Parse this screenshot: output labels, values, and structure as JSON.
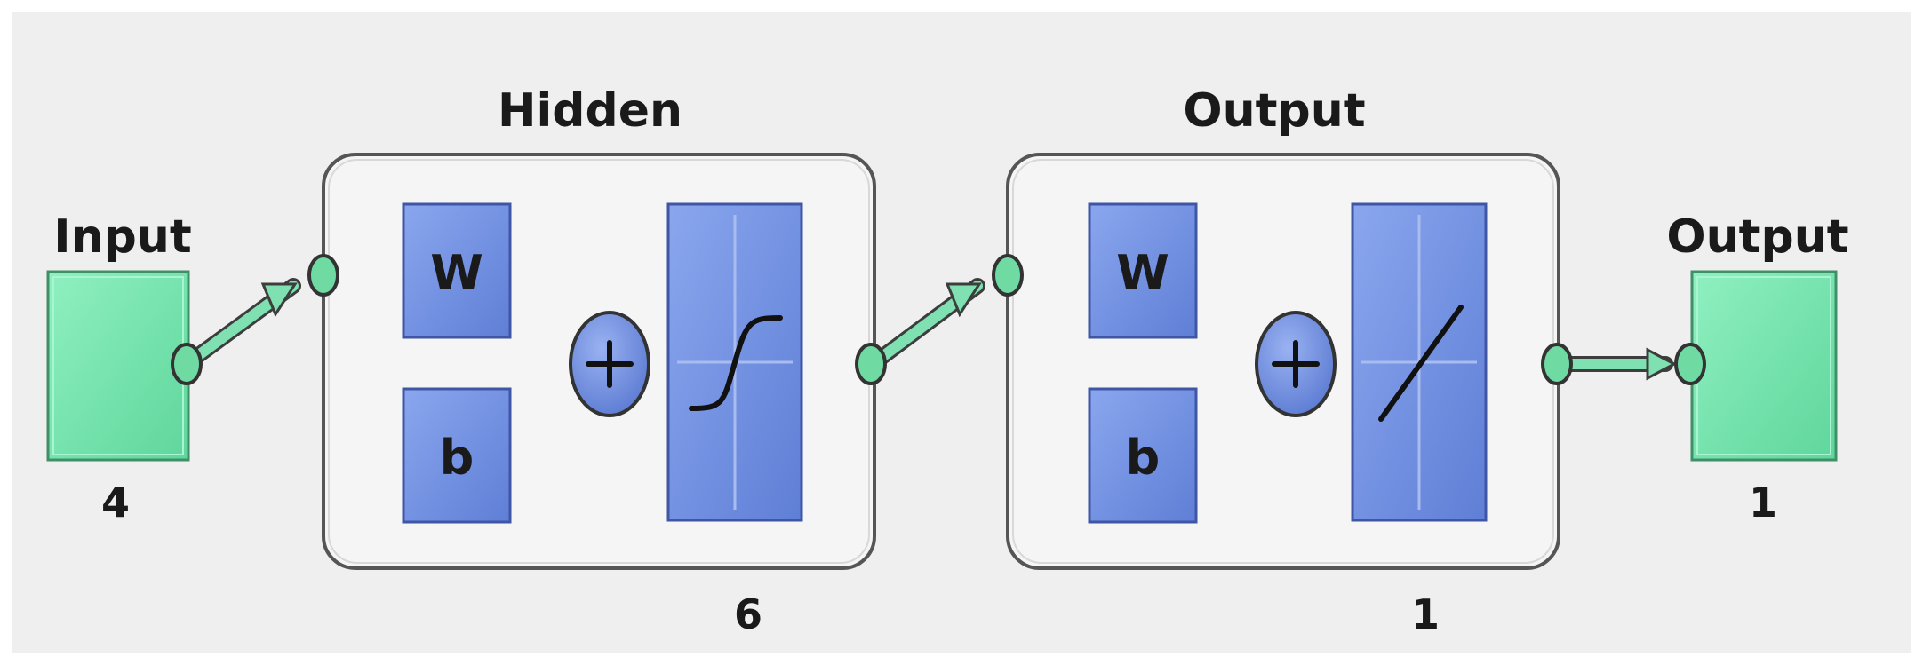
{
  "input": {
    "title": "Input",
    "size": "4"
  },
  "hidden": {
    "title": "Hidden",
    "weight_label": "W",
    "bias_label": "b",
    "size": "6",
    "transfer": "sigmoid"
  },
  "output_layer": {
    "title": "Output",
    "weight_label": "W",
    "bias_label": "b",
    "size": "1",
    "transfer": "linear"
  },
  "output": {
    "title": "Output",
    "size": "1"
  },
  "colors": {
    "background": "#efefef",
    "node_green": "#72e2ab",
    "block_blue": "#7090e0",
    "layer_box": "#f5f5f5",
    "connector": "#5cc892"
  }
}
